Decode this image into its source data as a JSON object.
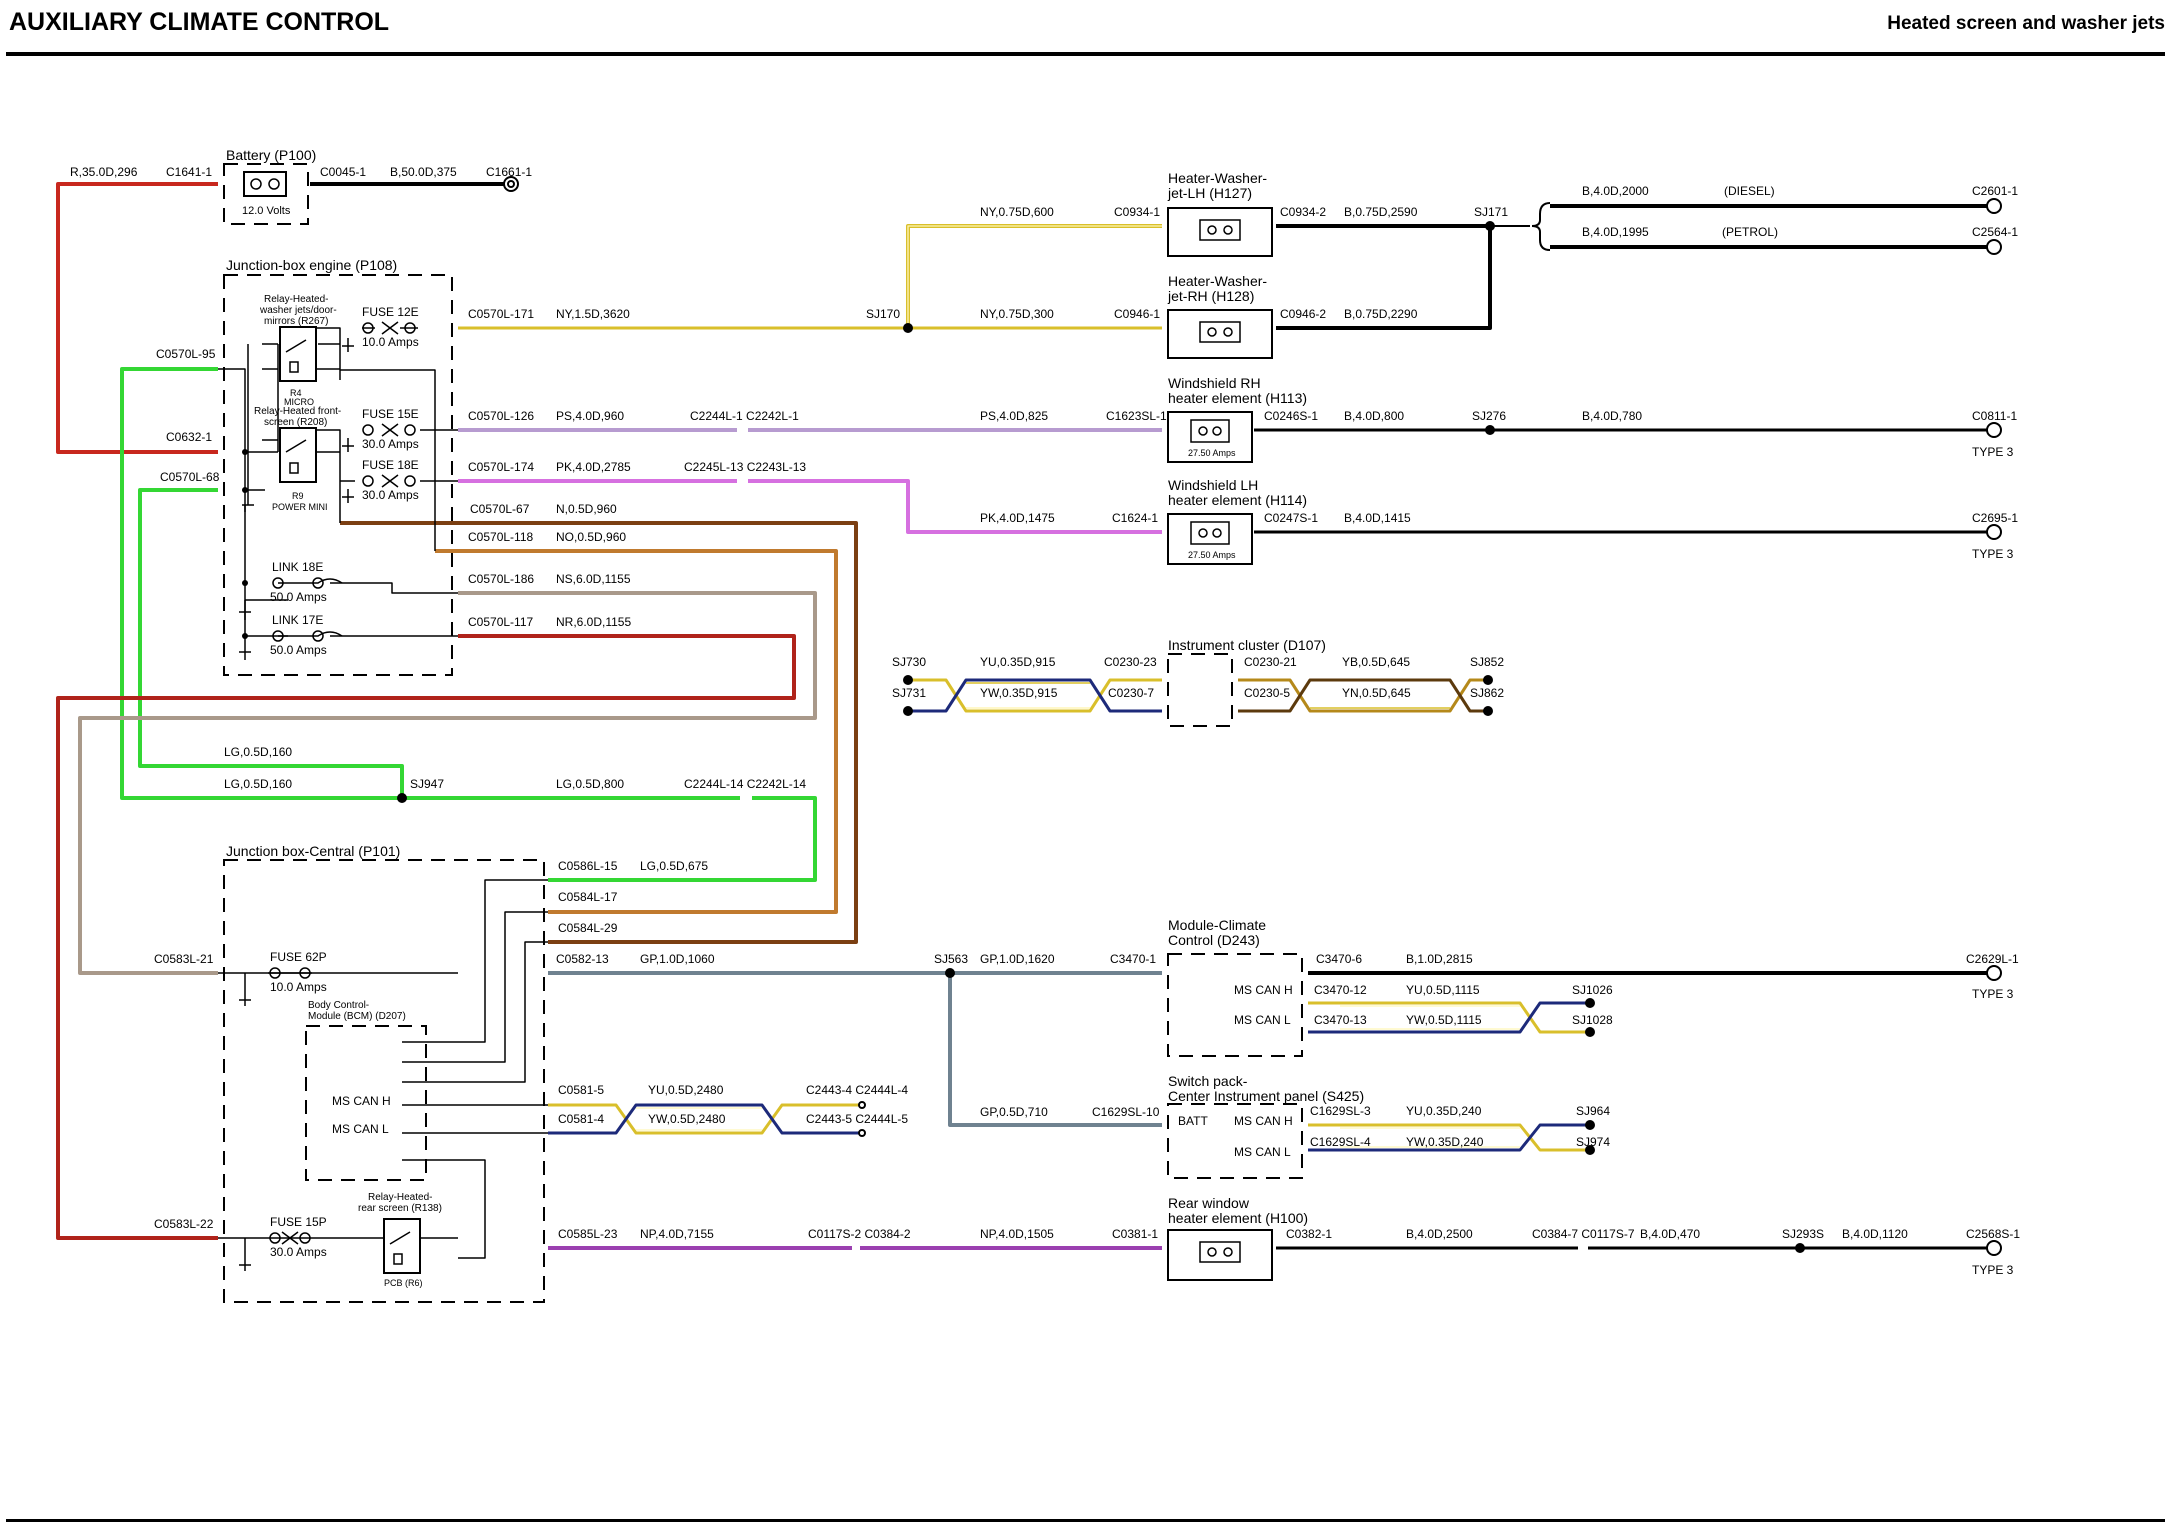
{
  "header": {
    "title": "AUXILIARY CLIMATE CONTROL",
    "subtitle": "Heated screen and washer jets"
  },
  "colors": {
    "red": "#c8281e",
    "green": "#34d734",
    "yellow": "#d9bf2b",
    "lilac": "#b79bd0",
    "pink": "#d670e0",
    "brown": "#7b3f12",
    "orange_brown": "#c07a2e",
    "tan": "#a9998a",
    "grey_blue": "#6f8290",
    "dark_red": "#b0231a",
    "violet": "#9b3fb0",
    "black": "#000000"
  },
  "components": {
    "battery": "Battery (P100)",
    "battery_volts": "12.0 Volts",
    "jb_engine": "Junction-box engine (P108)",
    "relay_r267": [
      "Relay-Heated-",
      "washer jets/door-",
      "mirrors (R267)"
    ],
    "r4_micro": [
      "R4",
      "MICRO"
    ],
    "relay_r208": [
      "Relay-Heated front-",
      "screen (R208)"
    ],
    "r9_power": [
      "R9",
      "POWER MINI"
    ],
    "fuse_12e": "FUSE 12E",
    "fuse_12e_amps": "10.0 Amps",
    "fuse_15e": "FUSE 15E",
    "fuse_15e_amps": "30.0 Amps",
    "fuse_18e": "FUSE 18E",
    "fuse_18e_amps": "30.0 Amps",
    "link_18e": "LINK 18E",
    "link_18e_amps": "50.0 Amps",
    "link_17e": "LINK 17E",
    "link_17e_amps": "50.0 Amps",
    "jb_central": "Junction box-Central (P101)",
    "fuse_62p": "FUSE 62P",
    "fuse_62p_amps": "10.0 Amps",
    "bcm": [
      "Body Control-",
      "Module (BCM) (D207)"
    ],
    "ms_can_h": "MS CAN H",
    "ms_can_l": "MS CAN L",
    "fuse_15p": "FUSE 15P",
    "fuse_15p_amps": "30.0 Amps",
    "relay_r138": [
      "Relay-Heated-",
      "rear screen (R138)"
    ],
    "pcb_r6": "PCB (R6)",
    "h127": [
      "Heater-Washer-",
      "jet-LH (H127)"
    ],
    "h128": [
      "Heater-Washer-",
      "jet-RH (H128)"
    ],
    "h113": [
      "Windshield RH",
      "heater element (H113)"
    ],
    "h113_amps": "27.50 Amps",
    "h114": [
      "Windshield LH",
      "heater element (H114)"
    ],
    "h114_amps": "27.50 Amps",
    "d107": "Instrument cluster (D107)",
    "d243": [
      "Module-Climate",
      "Control (D243)"
    ],
    "s425": [
      "Switch pack-",
      "Center Instrument panel (S425)"
    ],
    "batt": "BATT",
    "h100": [
      "Rear window",
      "heater element (H100)"
    ],
    "type3": "TYPE 3",
    "diesel": "(DIESEL)",
    "petrol": "(PETROL)"
  },
  "wire_labels": {
    "w1": "R,35.0D,296",
    "c1": "C1641-1",
    "c2": "C0045-1",
    "w2": "B,50.0D,375",
    "c3": "C1661-1",
    "c4": "C0570L-95",
    "c5": "C0632-1",
    "c6": "C0570L-68",
    "c7": "C0570L-171",
    "w3": "NY,1.5D,3620",
    "sj170": "SJ170",
    "w4": "NY,0.75D,600",
    "c8": "C0934-1",
    "w5": "NY,0.75D,300",
    "c9": "C0946-1",
    "c10": "C0934-2",
    "w6": "B,0.75D,2590",
    "sj171": "SJ171",
    "c11": "C0946-2",
    "w7": "B,0.75D,2290",
    "w8": "B,4.0D,2000",
    "c12": "C2601-1",
    "w9": "B,4.0D,1995",
    "c13": "C2564-1",
    "c14": "C0570L-126",
    "w10": "PS,4.0D,960",
    "c15": "C2244L-1 C2242L-1",
    "w11": "PS,4.0D,825",
    "c16": "C1623SL-1",
    "c17": "C0246S-1",
    "w12": "B,4.0D,800",
    "sj276": "SJ276",
    "w13": "B,4.0D,780",
    "c18": "C0811-1",
    "c19": "C0570L-174",
    "w14": "PK,4.0D,2785",
    "c20": "C2245L-13 C2243L-13",
    "w15": "PK,4.0D,1475",
    "c21": "C1624-1",
    "c22": "C0247S-1",
    "w16": "B,4.0D,1415",
    "c23": "C2695-1",
    "c24": "C0570L-67",
    "w17": "N,0.5D,960",
    "c25": "C0570L-118",
    "w18": "NO,0.5D,960",
    "c26": "C0570L-186",
    "w19": "NS,6.0D,1155",
    "c27": "C0570L-117",
    "w20": "NR,6.0D,1155",
    "sj730": "SJ730",
    "sj731": "SJ731",
    "w21": "YU,0.35D,915",
    "w22": "YW,0.35D,915",
    "c28": "C0230-23",
    "c29": "C0230-7",
    "c30": "C0230-21",
    "c31": "C0230-5",
    "w23": "YB,0.5D,645",
    "w24": "YN,0.5D,645",
    "sj852a": "SJ852",
    "sj862": "SJ862",
    "w25": "LG,0.5D,160",
    "w26": "LG,0.5D,160",
    "sj947": "SJ947",
    "w27": "LG,0.5D,800",
    "c32": "C2244L-14 C2242L-14",
    "c33": "C0586L-15",
    "w28": "LG,0.5D,675",
    "c34": "C0584L-17",
    "c35": "C0584L-29",
    "c36": "C0583L-21",
    "c37": "C0582-13",
    "w29": "GP,1.0D,1060",
    "sj563": "SJ563",
    "w30": "GP,1.0D,1620",
    "c38": "C3470-1",
    "c39": "C3470-6",
    "w31": "B,1.0D,2815",
    "c40": "C2629L-1",
    "c41": "C3470-12",
    "w32": "YU,0.5D,1115",
    "sj1026": "SJ1026",
    "c42": "C3470-13",
    "w33": "YW,0.5D,1115",
    "sj1028": "SJ1028",
    "c43": "C0581-5",
    "w34": "YU,0.5D,2480",
    "c44": "C2443-4 C2444L-4",
    "c45": "C0581-4",
    "w35": "YW,0.5D,2480",
    "c46": "C2443-5 C2444L-5",
    "w36": "GP,0.5D,710",
    "c47": "C1629SL-10",
    "c48": "C1629SL-3",
    "w37": "YU,0.35D,240",
    "sj964": "SJ964",
    "c49": "C1629SL-4",
    "w38": "YW,0.35D,240",
    "sj974": "SJ974",
    "c50": "C0583L-22",
    "c51": "C0585L-23",
    "w39": "NP,4.0D,7155",
    "c52": "C0117S-2 C0384-2",
    "w40": "NP,4.0D,1505",
    "c53": "C0381-1",
    "c54": "C0382-1",
    "w41": "B,4.0D,2500",
    "c55": "C0384-7 C0117S-7",
    "w42": "B,4.0D,470",
    "sj293s": "SJ293S",
    "w43": "B,4.0D,1120",
    "c56": "C2568S-1"
  }
}
